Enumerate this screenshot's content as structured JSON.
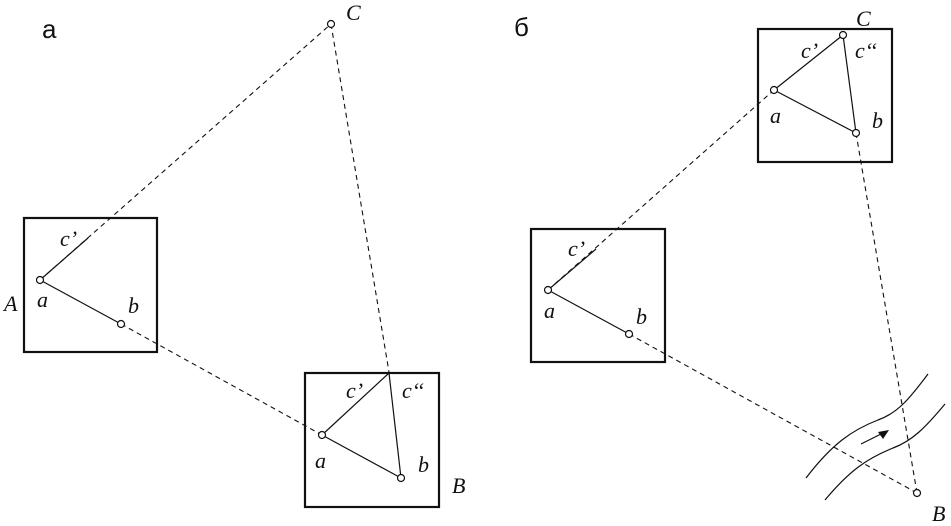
{
  "panels": {
    "a": {
      "label": "а",
      "station_A": "A",
      "station_B": "B",
      "target_C": "C",
      "table1": {
        "a": "a",
        "b": "b",
        "c1": "c’"
      },
      "table2": {
        "a": "a",
        "b": "b",
        "c1": "c’",
        "c2": "c‘‘"
      }
    },
    "b": {
      "label": "б",
      "station_B": "B",
      "target_C": "C",
      "table1": {
        "a": "a",
        "b": "b",
        "c1": "c’"
      },
      "table2": {
        "a": "a",
        "b": "b",
        "c1": "c’",
        "c2": "c‘‘"
      }
    }
  }
}
